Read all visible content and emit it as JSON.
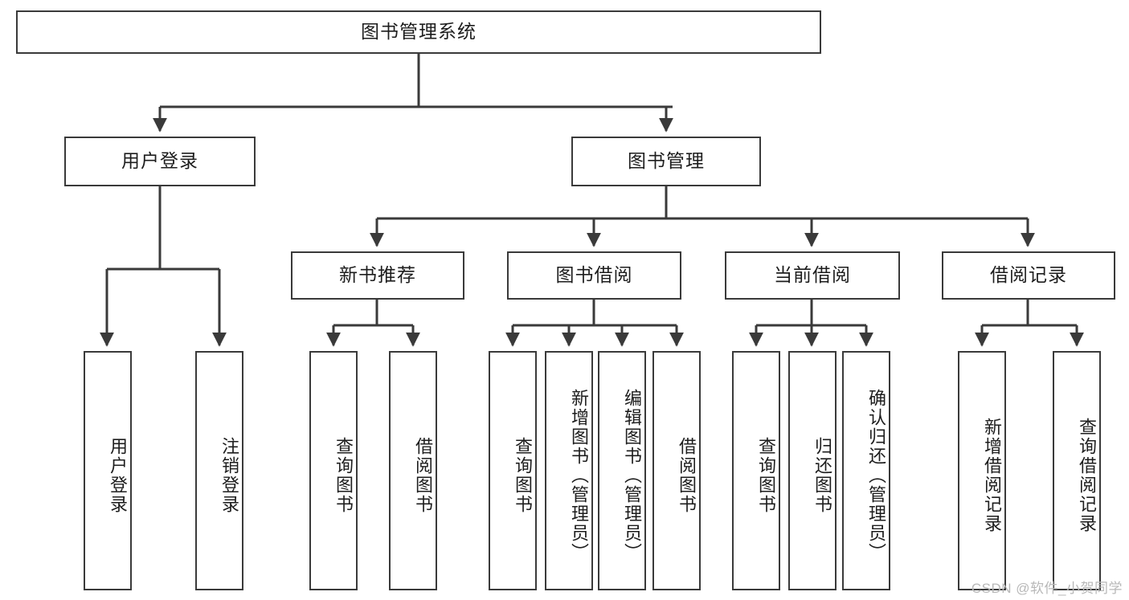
{
  "diagram": {
    "title": "图书管理系统",
    "type": "tree",
    "background_color": "#ffffff",
    "line_color": "#3a3a3a",
    "text_color": "#1d1d1d",
    "root": {
      "label": "图书管理系统"
    },
    "level1": [
      {
        "label": "用户登录"
      },
      {
        "label": "图书管理"
      }
    ],
    "level2": [
      {
        "label": "新书推荐"
      },
      {
        "label": "图书借阅"
      },
      {
        "label": "当前借阅"
      },
      {
        "label": "借阅记录"
      }
    ],
    "leaves": {
      "user_login": [
        {
          "label": "用户登录"
        },
        {
          "label": "注销登录"
        }
      ],
      "new_book_recommend": [
        {
          "label": "查询图书"
        },
        {
          "label": "借阅图书"
        }
      ],
      "book_borrow": [
        {
          "label": "查询图书"
        },
        {
          "label": "新增图书（管理员）"
        },
        {
          "label": "编辑图书（管理员）"
        },
        {
          "label": "借阅图书"
        }
      ],
      "current_borrow": [
        {
          "label": "查询图书"
        },
        {
          "label": "归还图书"
        },
        {
          "label": "确认归还（管理员）"
        }
      ],
      "borrow_record": [
        {
          "label": "新增借阅记录"
        },
        {
          "label": "查询借阅记录"
        }
      ]
    }
  },
  "watermark": {
    "text": "CSDN @软件_小贺同学"
  }
}
